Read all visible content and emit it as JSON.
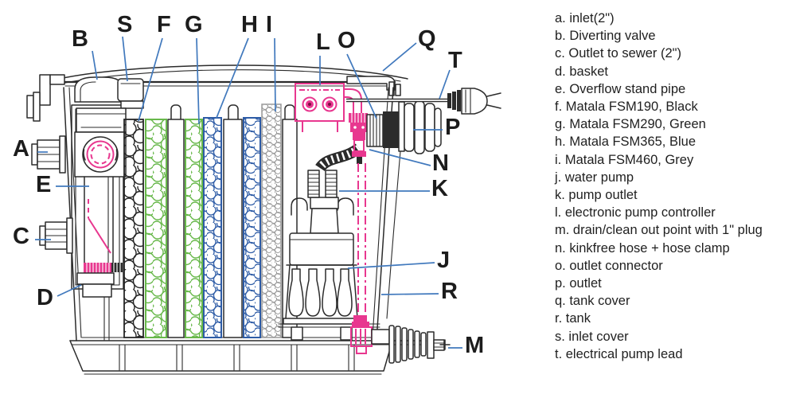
{
  "diagram": {
    "description": "pond filter system cross-section",
    "labels": [
      "B",
      "S",
      "F",
      "G",
      "H",
      "I",
      "L",
      "O",
      "Q",
      "T",
      "A",
      "E",
      "C",
      "D",
      "P",
      "N",
      "K",
      "J",
      "R",
      "M"
    ]
  },
  "legend": {
    "items": [
      "a. inlet(2\")",
      "b. Diverting valve",
      "c. Outlet to sewer (2\")",
      "d. basket",
      "e. Overflow stand pipe",
      "f. Matala FSM190, Black",
      "g. Matala FSM290, Green",
      "h. Matala FSM365, Blue",
      "i. Matala FSM460, Grey",
      "j. water pump",
      "k. pump outlet",
      "l. electronic pump controller",
      "m. drain/clean out point with 1\" plug",
      "n. kinkfree hose + hose clamp",
      "o. outlet connector",
      "p. outlet",
      "q. tank cover",
      "r. tank",
      "s. inlet cover",
      "t. electrical pump lead"
    ]
  },
  "colors": {
    "line": "#2b2b2b",
    "leader": "#4179bd",
    "pink": "#e8378f",
    "media-black": "#262626",
    "media-green": "#68b84b",
    "media-blue": "#2e5ca6",
    "media-grey": "#9a9a9a",
    "letter": "#1c1c1c",
    "text": "#1f1f1f",
    "background": "#ffffff"
  }
}
